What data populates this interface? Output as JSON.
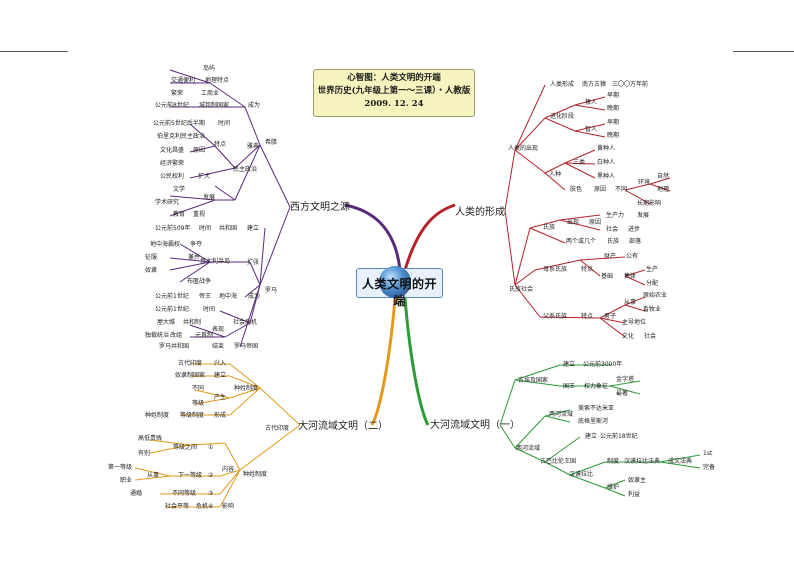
{
  "title": {
    "lines": [
      "心智图：人类文明的开端",
      "世界历史(九年级上第一～三课）・人教版",
      "2009. 12. 24"
    ]
  },
  "center": {
    "label": "人类文明的开端"
  },
  "main_branches": {
    "west": "西方文明之源",
    "human": "人类的形成",
    "river1": "大河流域文明（一）",
    "river2": "大河流域文明（二）"
  },
  "labels": {
    "w_greece": "希腊",
    "w_rome": "罗马",
    "w_growth": "成为",
    "w_geo": "地理特点",
    "w_geo_1": "岛屿",
    "w_geo_2": "交通便利",
    "w_geo_3": "繁荣",
    "w_geo_4": "工商业",
    "w_growth_1": "公元前8世纪",
    "w_growth_2": "城邦制国家",
    "w_athens": "雅典",
    "w_dem": "民主政治",
    "w_dem_time": "时间",
    "w_dem_when": "公元前5世纪后半期",
    "w_dem_cause": "原因",
    "w_dem_who": "伯里克利",
    "w_dem_1": "民主政治",
    "w_dem_2": "文化昌盛",
    "w_dem_3": "经济繁荣",
    "w_dem_result": "特点",
    "w_ex": "扩大",
    "w_ex_1": "公民权利",
    "w_ex_2": "发展",
    "w_ex_3": "文学",
    "w_ex_4": "学术研究",
    "w_ex_5": "教育",
    "w_ex_6": "重视",
    "w_r_1": "公元前509年",
    "w_r_2": "时间",
    "w_r_3": "共和国",
    "w_r_4": "建立",
    "w_r_exp": "扩张",
    "w_r_5": "地中海霸权",
    "w_r_6": "争夺",
    "w_r_7": "兼并",
    "w_r_8": "意大利半岛",
    "w_r_9": "征服",
    "w_r_10": "奴隶",
    "w_r_11": "布匿战争",
    "w_r_emp": "成为",
    "w_r_12": "公元前1世纪",
    "w_r_13": "帝王",
    "w_r_14": "地中海",
    "w_r_15": "公元前1世纪",
    "w_r_16": "时间",
    "w_r_17": "社会危机",
    "w_r_18": "屋大维",
    "w_r_19": "共和制",
    "w_r_20": "表现",
    "w_r_21": "独裁统治",
    "w_r_22": "改组",
    "w_r_23": "元首制",
    "w_r_24": "罗马共和国",
    "w_r_25": "结束",
    "w_r_26": "罗马帝国",
    "h_origin": "人类的出现",
    "h_origin_1": "人类形成",
    "h_origin_2": "南方古猿",
    "h_origin_3": "三〇〇万年前",
    "h_stage": "进化阶段",
    "h_stage_1": "猿人",
    "h_stage_2": "早期",
    "h_stage_3": "晚期",
    "h_stage_4": "智人",
    "h_stage_5": "早期",
    "h_stage_6": "晚期",
    "h_race": "人种",
    "h_race_1": "三类",
    "h_race_2": "黄种人",
    "h_race_3": "白种人",
    "h_race_4": "黑种人",
    "h_race_5": "肤色",
    "h_race_6": "原因",
    "h_race_7": "不同",
    "h_race_8": "环境",
    "h_race_9": "自然",
    "h_race_10": "地理",
    "h_race_11": "长期影响",
    "h_clan": "氏族社会",
    "h_c_1": "氏族",
    "h_c_2": "出现",
    "h_c_3": "原因",
    "h_c_4": "生产力",
    "h_c_5": "发展",
    "h_c_6": "社会",
    "h_c_7": "进步",
    "h_c_8": "两个或几个",
    "h_c_9": "氏族",
    "h_c_10": "部落",
    "h_c_11": "母系氏族",
    "h_c_12": "特点",
    "h_c_13": "财产",
    "h_c_14": "公有",
    "h_c_15": "集体",
    "h_c_16": "生产",
    "h_c_17": "分配",
    "h_c_18": "基础",
    "h_c_19": "父系氏族",
    "h_c_20": "特点",
    "h_c_21": "男子",
    "h_c_22": "从事",
    "h_c_23": "原始农业",
    "h_c_24": "畜牧业",
    "h_c_25": "主导地位",
    "h_c_26": "文化",
    "h_c_27": "社会",
    "r1_egypt": "古埃及国家",
    "r1_e1": "建立",
    "r1_e2": "公元前3000年",
    "r1_e3": "国王",
    "r1_e4": "权力象征",
    "r1_e5": "金字塔",
    "r1_e6": "最著",
    "r1_meso": "两河流域",
    "r1_m0": "美索不达米亚",
    "r1_m1": "两河流域",
    "r1_m2": "底格里斯河",
    "r1_m3": "幼发拉底河",
    "r1_m4": "古巴比伦王国",
    "r1_m5": "建立",
    "r1_m6": "公元前18世纪",
    "r1_m7": "汉谟拉比",
    "r1_m8": "制度",
    "r1_m9": "汉谟拉比法典",
    "r1_m10": "成文法典",
    "r1_m11": "1st",
    "r1_m12": "完备",
    "r1_m13": "维护",
    "r1_m14": "奴隶主",
    "r1_m15": "利益",
    "r2_india": "古代印度",
    "r2_i1": "古代印度",
    "r2_i2": "兴入",
    "r2_i3": "奴隶制国家",
    "r2_i4": "建立",
    "r2_i5": "种姓制度",
    "r2_i6": "不同",
    "r2_i7": "产生",
    "r2_i8": "等级",
    "r2_i9": "等级制度",
    "r2_i10": "形成",
    "r2_i11": "种姓制度",
    "r2_c0": "种姓制度",
    "r2_c1": "内容",
    "r2_c2": "高低贵贱",
    "r2_c3": "等级之间",
    "r2_c4": "①",
    "r2_c5": "有别",
    "r2_c6": "第一等级",
    "r2_c7": "下一等级",
    "r2_c8": "②",
    "r2_c9": "从事",
    "r2_c10": "职业",
    "r2_c11": "③",
    "r2_c12": "通婚",
    "r2_c13": "不同等级",
    "r2_c14": "④",
    "r2_c15": "社会平等",
    "r2_c16": "危机",
    "r2_c17": "影响"
  },
  "colors": {
    "west": "#5a2a7a",
    "human": "#b5222a",
    "river1": "#2e9b3a",
    "river2": "#e39a1c",
    "subnode": "#8a7a4a",
    "leaf": "#7a7a7a"
  }
}
